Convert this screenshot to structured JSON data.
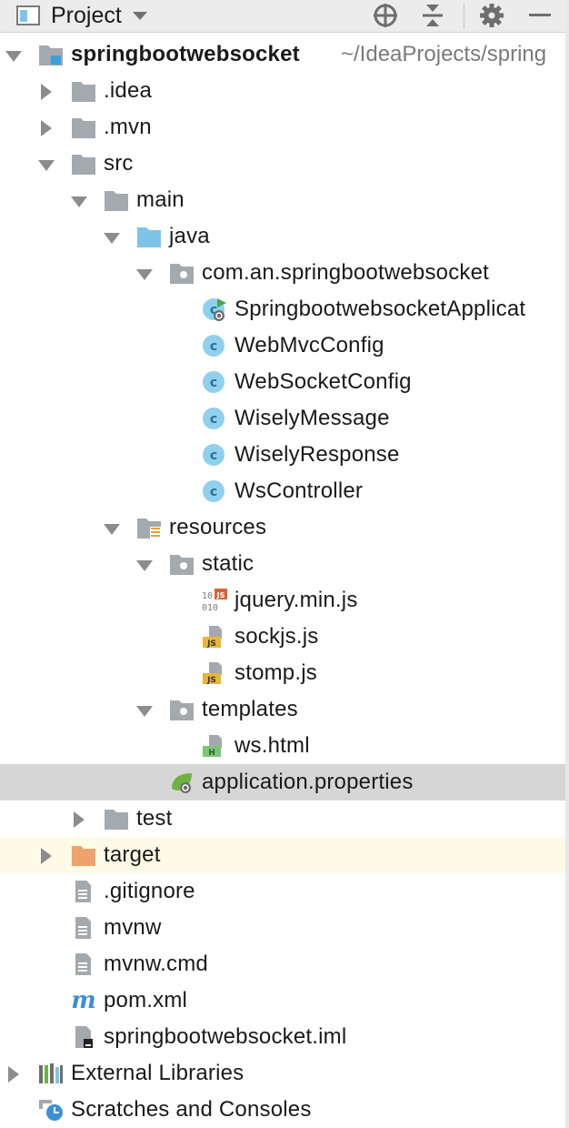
{
  "panel": {
    "title": "Project"
  },
  "tree": {
    "root": {
      "label": "springbootwebsocket",
      "path": "~/IdeaProjects/spring"
    },
    "idea": ".idea",
    "mvn": ".mvn",
    "src": "src",
    "main": "main",
    "java": "java",
    "package": "com.an.springbootwebsocket",
    "classes": [
      "SpringbootwebsocketApplicat",
      "WebMvcConfig",
      "WebSocketConfig",
      "WiselyMessage",
      "WiselyResponse",
      "WsController"
    ],
    "resources": "resources",
    "static": "static",
    "static_files": [
      "jquery.min.js",
      "sockjs.js",
      "stomp.js"
    ],
    "templates": "templates",
    "template_files": [
      "ws.html"
    ],
    "app_props": "application.properties",
    "test": "test",
    "target": "target",
    "root_files": [
      ".gitignore",
      "mvnw",
      "mvnw.cmd"
    ],
    "pom": "pom.xml",
    "iml": "springbootwebsocket.iml",
    "external_libraries": "External Libraries",
    "scratches": "Scratches and Consoles"
  },
  "colors": {
    "folder": "#a4a9ae",
    "source_folder": "#7ec4e8",
    "resource_folder": "#a4a9ae",
    "excluded_folder": "#f0a26e",
    "class_icon": "#8fd0ee",
    "selection": "#d6d6d6",
    "excluded_row": "#fdfbe6"
  }
}
